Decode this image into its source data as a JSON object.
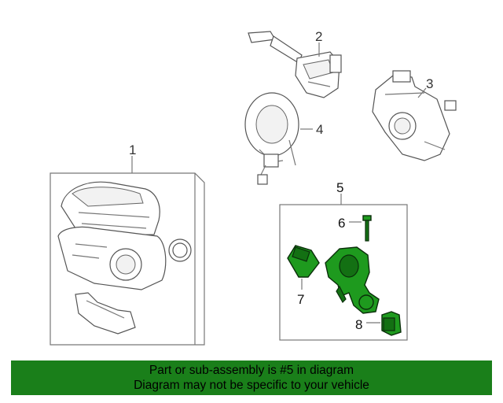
{
  "callouts": {
    "c1": "1",
    "c2": "2",
    "c3": "3",
    "c4": "4",
    "c5": "5",
    "c6": "6",
    "c7": "7",
    "c8": "8"
  },
  "banner": {
    "line1": "Part or sub-assembly is #5 in diagram",
    "line2": "Diagram may not be specific to your vehicle",
    "color": "#1a7f1a"
  },
  "colors": {
    "highlight": "#1e9a1e",
    "outline": "#555555"
  }
}
